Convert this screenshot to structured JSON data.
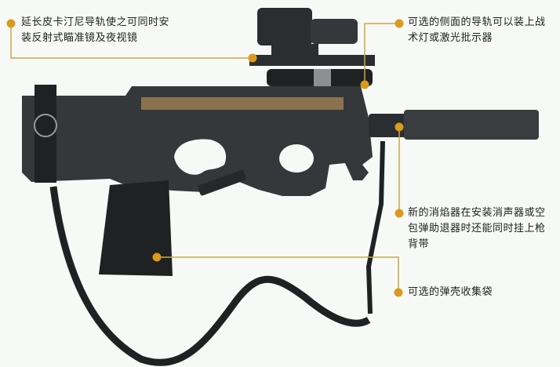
{
  "colors": {
    "background": "#f7f9f6",
    "accent_dot": "#d89b1e",
    "leader_line": "#c9a84a",
    "weapon_body": "#35383a",
    "weapon_dark": "#1f2123",
    "magazine": "#8a7250",
    "text": "#222222"
  },
  "callouts": [
    {
      "id": "rail",
      "lines": [
        "延长皮卡汀尼导轨使之可同时安",
        "装反射式瞄准镜及夜视镜"
      ]
    },
    {
      "id": "side-rail",
      "lines": [
        "可选的侧面的导轨可以装上战",
        "术灯或激光批示器"
      ]
    },
    {
      "id": "flash-hider",
      "lines": [
        "新的消焰器在安装消声器或空",
        "包弹助退器时还能同时挂上枪",
        "背带"
      ]
    },
    {
      "id": "brass-catcher",
      "lines": [
        "可选的弹壳收集袋"
      ]
    }
  ]
}
